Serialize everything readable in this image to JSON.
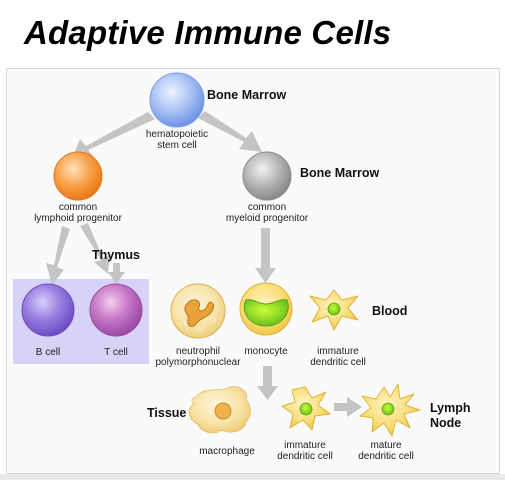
{
  "title": "Adaptive Immune Cells",
  "headers": {
    "bone_marrow_top": "Bone Marrow",
    "bone_marrow_right": "Bone Marrow",
    "thymus": "Thymus",
    "blood": "Blood",
    "tissue": "Tissue",
    "lymph_node_1": "Lymph",
    "lymph_node_2": "Node"
  },
  "cells": {
    "hsc": [
      "hematopoietic",
      "stem cell"
    ],
    "lymphoid": [
      "common",
      "lymphoid progenitor"
    ],
    "myeloid": [
      "common",
      "myeloid progenitor"
    ],
    "b_cell": "B cell",
    "t_cell": "T cell",
    "neutrophil": [
      "neutrophil",
      "polymorphonuclear"
    ],
    "monocyte": "monocyte",
    "immature_dc_blood": [
      "immature",
      "dendritic cell"
    ],
    "macrophage": "macrophage",
    "immature_dc_tissue": [
      "immature",
      "dendritic cell"
    ],
    "mature_dc": [
      "mature",
      "dendritic cell"
    ]
  },
  "colors": {
    "hsc": "#8fb0f0",
    "lymphoid": "#f79a3c",
    "myeloid": "#a8a8a8",
    "b_cell": "#8f74d8",
    "t_cell": "#c26fc2",
    "lymphocyte_box": "#d6d3f7",
    "granulocyte": "#f6d58a",
    "dendritic": "#f5d75a",
    "arrow": "#c4c4c4"
  }
}
